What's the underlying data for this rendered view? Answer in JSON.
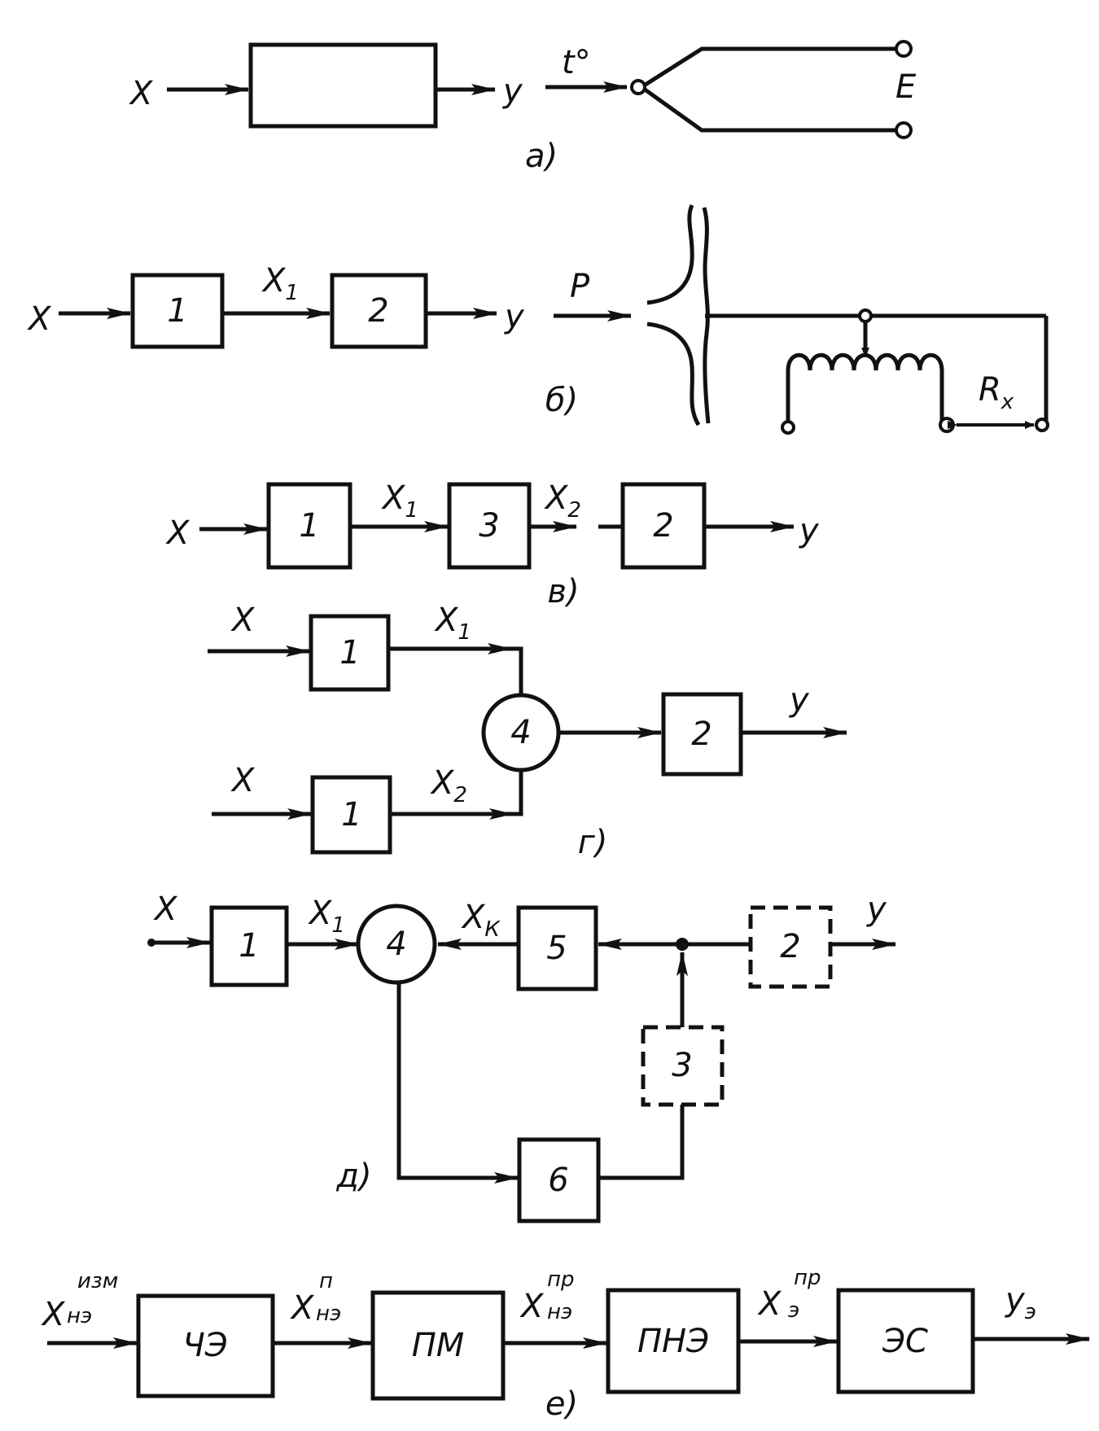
{
  "diagram_a": {
    "input": "X",
    "output": "y",
    "temp_label": "t°",
    "emf_label": "E",
    "caption": "а)"
  },
  "diagram_b": {
    "input": "X",
    "block1": "1",
    "mid": "X",
    "mid_sub": "1",
    "block2": "2",
    "output": "y",
    "pressure_label": "P",
    "resistance": "R",
    "resistance_sub": "x",
    "caption": "б)"
  },
  "diagram_v": {
    "input": "X",
    "block1": "1",
    "mid1": "X",
    "mid1_sub": "1",
    "block3": "3",
    "mid2": "X",
    "mid2_sub": "2",
    "block2": "2",
    "output": "y",
    "caption": "в)"
  },
  "diagram_g": {
    "input_top": "X",
    "input_bottom": "X",
    "block1_top": "1",
    "block1_bottom": "1",
    "x1": "X",
    "x1_sub": "1",
    "x2": "X",
    "x2_sub": "2",
    "summer": "4",
    "block2": "2",
    "output": "y",
    "caption": "г)"
  },
  "diagram_d": {
    "input": "X",
    "block1": "1",
    "x1": "X",
    "x1_sub": "1",
    "summer": "4",
    "xk": "X",
    "xk_sub": "К",
    "block5": "5",
    "block2": "2",
    "output": "y",
    "block3": "3",
    "block6": "6",
    "caption": "д)"
  },
  "diagram_e": {
    "in_x": "X",
    "in_sup": "изм",
    "in_sub": "нэ",
    "b1": "ЧЭ",
    "s1_x": "X",
    "s1_sup": "п",
    "s1_sub": "нэ",
    "b2": "ПМ",
    "s2_x": "X",
    "s2_sup": "пр",
    "s2_sub": "нэ",
    "b3": "ПНЭ",
    "s3_x": "X",
    "s3_sup": "пр",
    "s3_sub": "э",
    "b4": "ЭС",
    "out_y": "y",
    "out_sub": "э",
    "caption": "е)"
  }
}
